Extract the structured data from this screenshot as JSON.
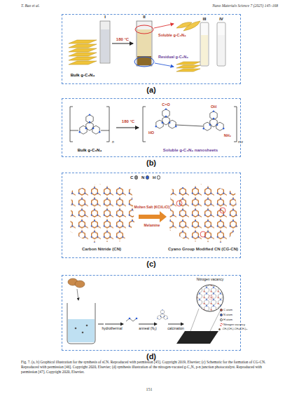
{
  "diagram": {
    "caption": "Fig. 7. (a, b) Graphical illustration for the synthesis of sCN. Reproduced with permission [45]. Copyright 2019, Elsevier; (c) Schematic for the formation of CG-CN. Reproduced with permission [46]. Copyright 2020, Elsevier; (d) synthesis illustration of the nitrogen-vacated g-C₃N₄ p-n junction photocatalyst. Reproduced with permission [47]. Copyright 2020, Elsevier.",
    "nodes": [
      {
        "text": [
          "(a)"
        ]
      },
      {
        "text": [
          "(b)"
        ]
      },
      {
        "text": [
          "(c)"
        ]
      },
      {
        "text": [
          "(d)"
        ]
      }
    ],
    "labels": [
      "T. Bao et al.",
      "Nano Materials Science 7 (2025) 145–168",
      "I",
      "II",
      "III",
      "IV",
      "180 °C",
      "Soluble g-C₃N₄",
      "Residual g-C₃N₄",
      "Bulk g-C₃N₄",
      "C=O",
      "OH",
      "180 °C",
      "HO",
      "NH₂",
      "n",
      "n-x",
      "Bulk g-C₃N₄",
      "Soluble g-C₃N₄ nanosheets",
      "Carbon Nitride (CN)",
      "Molten Salt (KCl/LiCl)",
      "Melamine",
      "Cyano Group Modified CN (CG-CN)",
      "hydrothermal",
      "anneal (N₂)",
      "calcination",
      "Nitrogen vacancy",
      "151"
    ],
    "legend": [
      {
        "text": "C",
        "color": "#8a8a8a"
      },
      {
        "text": "N",
        "color": "#2a5bd7"
      },
      {
        "text": "H",
        "color": "#f2f2f2"
      },
      {
        "text": "C atom",
        "color": "#d04a3a"
      },
      {
        "text": "N atom",
        "color": "#2a5bd7"
      },
      {
        "text": "H atom",
        "color": "#f2f2f2"
      },
      {
        "text": "Nitrogen vacancy"
      },
      {
        "text": "-CH₂(CH₂)₄CH=(CH₂)₅-",
        "color": "#9b5a22"
      }
    ]
  }
}
